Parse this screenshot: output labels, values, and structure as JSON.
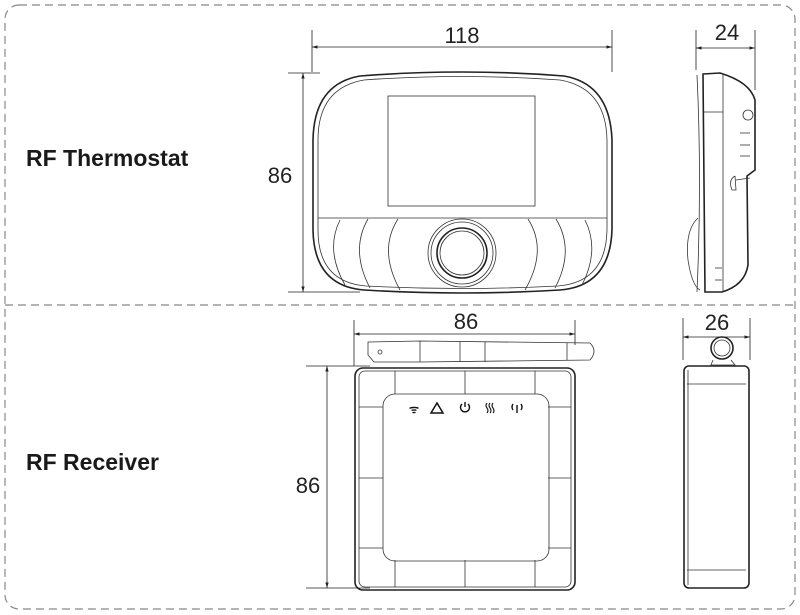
{
  "sections": [
    {
      "label": "RF Thermostat",
      "dimensions": {
        "width": "118",
        "height": "86",
        "depth": "24"
      }
    },
    {
      "label": "RF Receiver",
      "dimensions": {
        "width": "86",
        "height": "86",
        "depth": "26"
      },
      "indicator_icons": [
        "wifi-icon",
        "warning-icon",
        "power-icon",
        "heating-icon",
        "signal-antenna-icon"
      ]
    }
  ],
  "colors": {
    "line": "#222222",
    "border_dash": "#888888",
    "background": "#ffffff"
  }
}
